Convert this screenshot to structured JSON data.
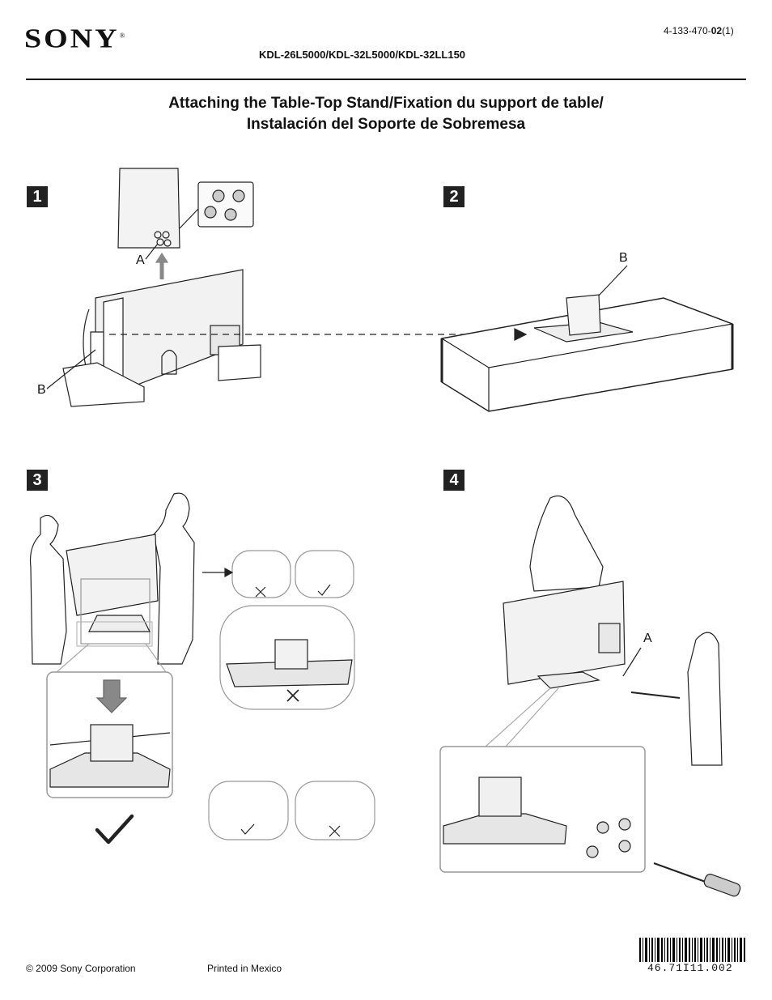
{
  "header": {
    "brand": "SONY",
    "registered_mark": "®",
    "part_number_prefix": "4-133-470-",
    "part_number_bold": "02",
    "part_number_suffix": "(1)",
    "models": "KDL-26L5000/KDL-32L5000/KDL-32LL150"
  },
  "title": {
    "line1": "Attaching the Table-Top Stand/Fixation du support de table/",
    "line2": "Instalación del Soporte de Sobremesa"
  },
  "steps": [
    {
      "number": "1",
      "labels": [
        "A",
        "B"
      ]
    },
    {
      "number": "2",
      "labels": [
        "B"
      ]
    },
    {
      "number": "3",
      "labels": []
    },
    {
      "number": "4",
      "labels": [
        "A"
      ]
    }
  ],
  "icons": [
    "check-icon",
    "cross-icon",
    "arrow-icon",
    "screw-icon",
    "screwdriver-icon",
    "barcode-icon"
  ],
  "footer": {
    "copyright": "© 2009 Sony Corporation",
    "printed": "Printed in Mexico",
    "barcode_number": "46.71I11.002"
  }
}
